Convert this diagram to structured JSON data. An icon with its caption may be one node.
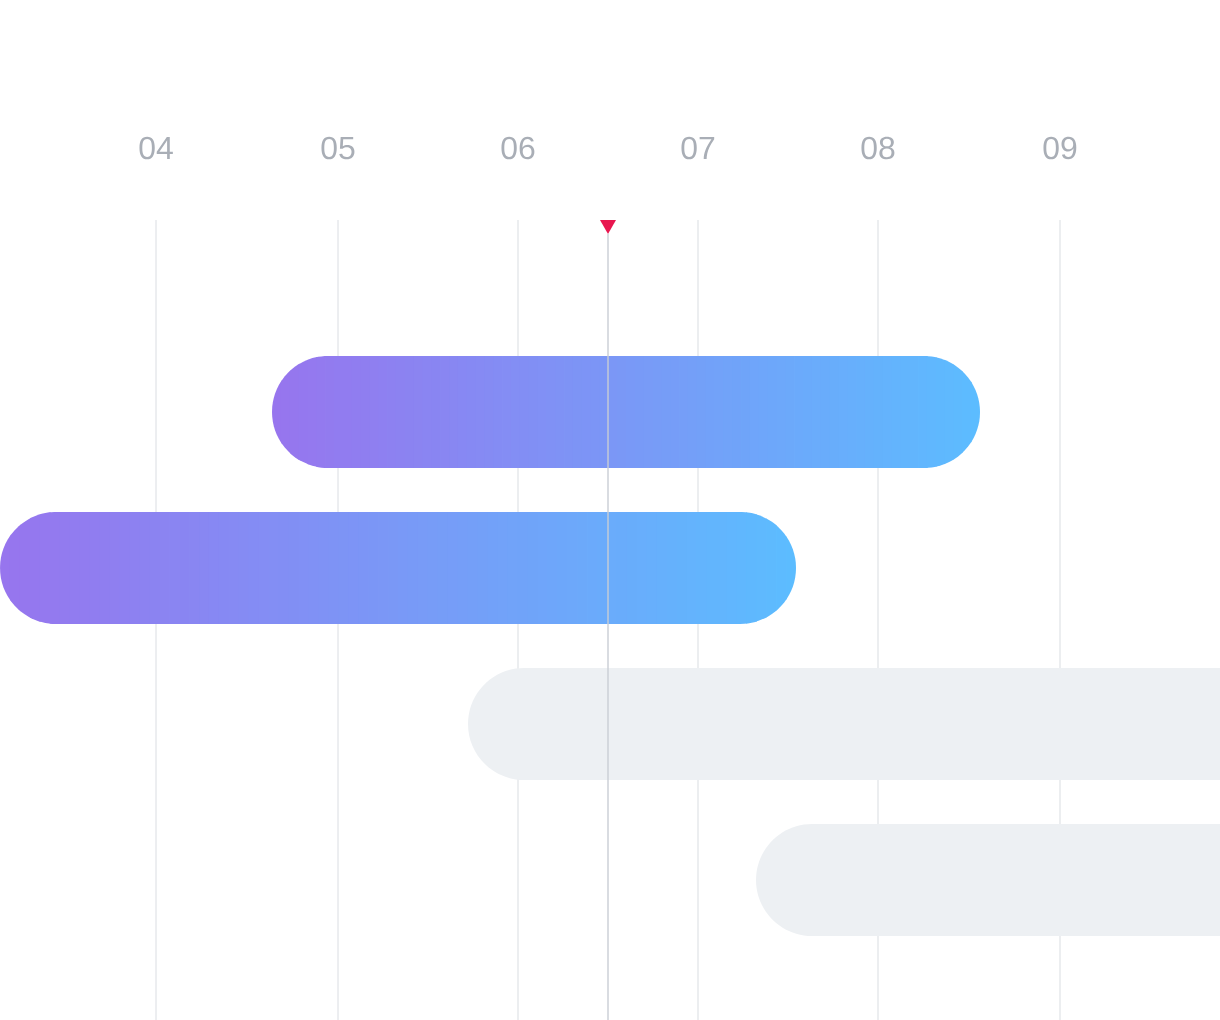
{
  "diagram": {
    "nodes": [
      {
        "text": [],
        "shape": "bar"
      },
      {
        "text": [],
        "shape": "bar"
      },
      {
        "text": [],
        "shape": "bar"
      },
      {
        "text": [],
        "shape": "bar"
      }
    ],
    "labels": [
      "04",
      "05",
      "06",
      "07",
      "08",
      "09"
    ]
  }
}
